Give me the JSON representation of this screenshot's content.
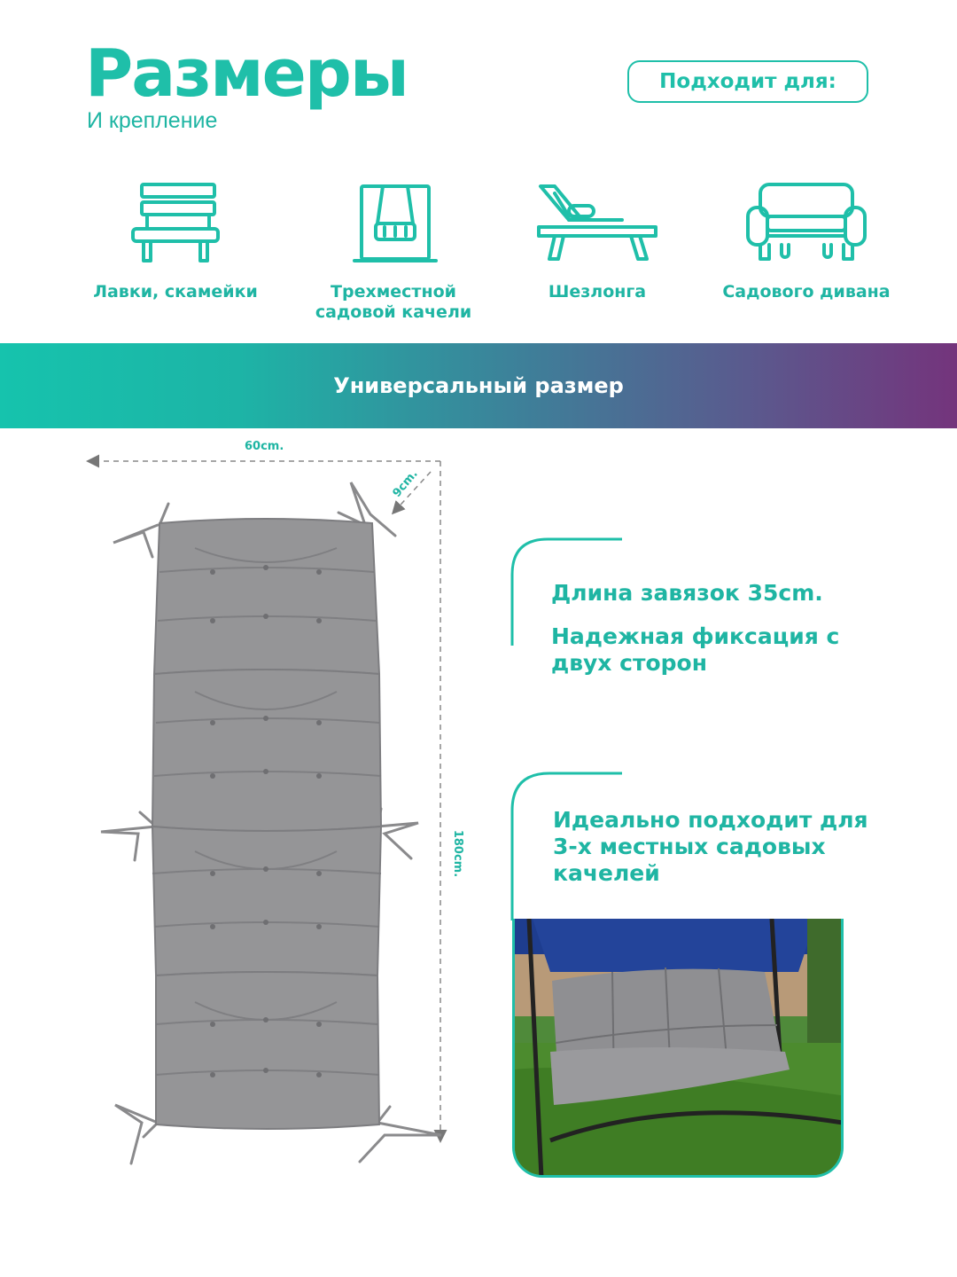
{
  "header": {
    "title": "Размеры",
    "subtitle": "И крепление",
    "suits_label": "Подходит для:"
  },
  "uses": [
    {
      "icon": "bench-icon",
      "label": "Лавки, скамейки"
    },
    {
      "icon": "swing-icon",
      "label": "Трехместной садовой качели"
    },
    {
      "icon": "lounger-icon",
      "label": "Шезлонга"
    },
    {
      "icon": "sofa-icon",
      "label": "Садового дивана"
    }
  ],
  "banner": {
    "text": "Универсальный размер"
  },
  "dimensions": {
    "width": "60cm.",
    "thickness": "9cm.",
    "length": "180cm."
  },
  "features": {
    "ties_length": "Длина завязок 35cm.",
    "fixation": "Надежная фиксация с двух сторон",
    "ideal_for": "Идеально подходит для 3-х местных садовых качелей"
  },
  "colors": {
    "accent": "#1fbfa9",
    "banner_start": "#16c3ad",
    "banner_end": "#74347c",
    "cushion": "#8e8e90"
  }
}
